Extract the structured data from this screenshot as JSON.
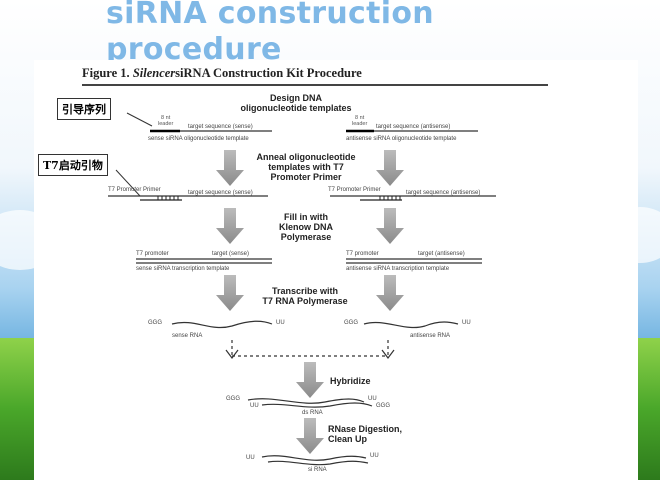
{
  "slide": {
    "title_line1": "siRNA construction",
    "title_line2": "procedure"
  },
  "figure": {
    "label": "Figure 1.",
    "title_italic": "Silencer",
    "title_rest": "siRNA Construction Kit Procedure"
  },
  "annotations": {
    "guide_sequence": "引导序列",
    "t7_promoter": "T7启动引物"
  },
  "steps": {
    "design": [
      "Design DNA",
      "oligonucleotide templates"
    ],
    "anneal": [
      "Anneal oligonucleotide",
      "templates with T7",
      "Promoter Primer"
    ],
    "fill": [
      "Fill in with",
      "Klenow DNA",
      "Polymerase"
    ],
    "transcribe": [
      "Transcribe with",
      "T7 RNA Polymerase"
    ],
    "hybridize": "Hybridize",
    "rnase": [
      "RNase Digestion,",
      "Clean Up"
    ]
  },
  "labels": {
    "leader_left": [
      "8 nt",
      "leader"
    ],
    "leader_right": [
      "8 nt",
      "leader"
    ],
    "target_sense": "target sequence (sense)",
    "target_antisense": "target sequence (antisense)",
    "sense_template": "sense siRNA oligonucleotide template",
    "antisense_template": "antisense siRNA oligonucleotide template",
    "t7_primer_left": "T7 Promoter Primer",
    "t7_primer_right": "T7 Promoter Primer",
    "t7_promoter_left": "T7 promoter",
    "t7_promoter_right": "T7 promoter",
    "target_sense_short": "target (sense)",
    "target_antisense_short": "target (antisense)",
    "sense_transcription": "sense siRNA transcription template",
    "antisense_transcription": "antisense siRNA transcription template",
    "ggg_left": "GGG",
    "uu_left": "UU",
    "ggg_right": "GGG",
    "uu_right": "UU",
    "sense_rna": "sense RNA",
    "antisense_rna": "antisense RNA",
    "ds_ggg_top": "GGG",
    "ds_uu_top": "UU",
    "ds_uu_bottom": "UU",
    "ds_ggg_bottom": "GGG",
    "ds_rna": "ds RNA",
    "si_uu_top": "UU",
    "si_uu_bottom": "UU",
    "si_rna": "si RNA"
  }
}
